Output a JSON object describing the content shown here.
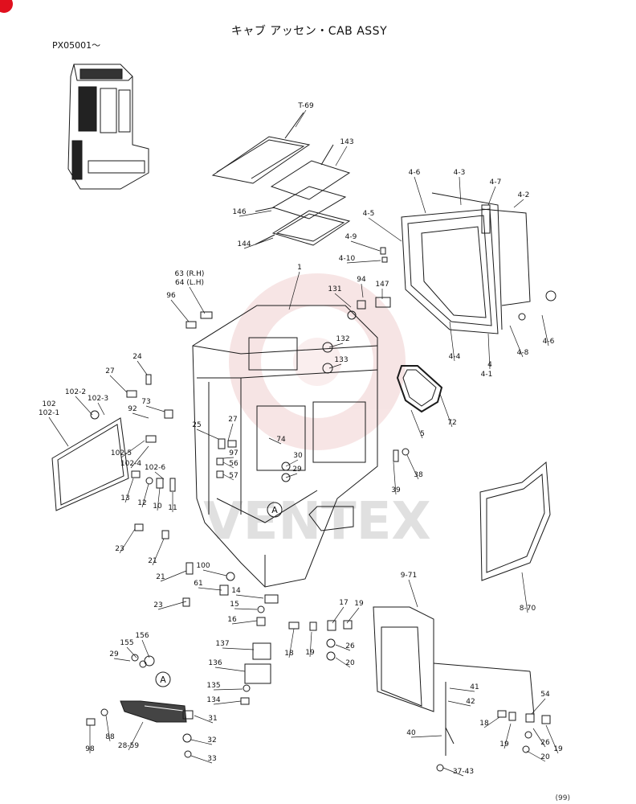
{
  "header": {
    "title": "キャブ アッセン・CAB ASSY",
    "serial": "PX05001〜",
    "page_ref": "(99)"
  },
  "diagram": {
    "part_labels": [
      "T-69",
      "143",
      "146",
      "144",
      "1",
      "63 (R.H)",
      "64 (L.H)",
      "96",
      "131",
      "94",
      "147",
      "132",
      "133",
      "4-6",
      "4-3",
      "4-7",
      "4-2",
      "4-5",
      "4-9",
      "4-10",
      "4-4",
      "4",
      "4-1",
      "4-8",
      "4-6",
      "24",
      "27",
      "102-2",
      "102-3",
      "73",
      "92",
      "102",
      "102-1",
      "25",
      "27",
      "97",
      "56",
      "57",
      "74",
      "30",
      "29",
      "5",
      "72",
      "38",
      "39",
      "102-5",
      "102-4",
      "102-6",
      "13",
      "12",
      "10",
      "11",
      "23",
      "21",
      "21",
      "23",
      "100",
      "61",
      "14",
      "15",
      "16",
      "17",
      "19",
      "18",
      "19",
      "26",
      "20",
      "9-71",
      "8-70",
      "156",
      "155",
      "29",
      "137",
      "136",
      "135",
      "134",
      "31",
      "32",
      "33",
      "98",
      "88",
      "28-59",
      "41",
      "42",
      "40",
      "37-43",
      "54",
      "18",
      "19",
      "26",
      "19",
      "20"
    ],
    "callouts": [
      "A",
      "A"
    ],
    "watermark": "VENTEX",
    "watermark_color": "#e8b4b4",
    "line_color": "#1a1a1a"
  }
}
